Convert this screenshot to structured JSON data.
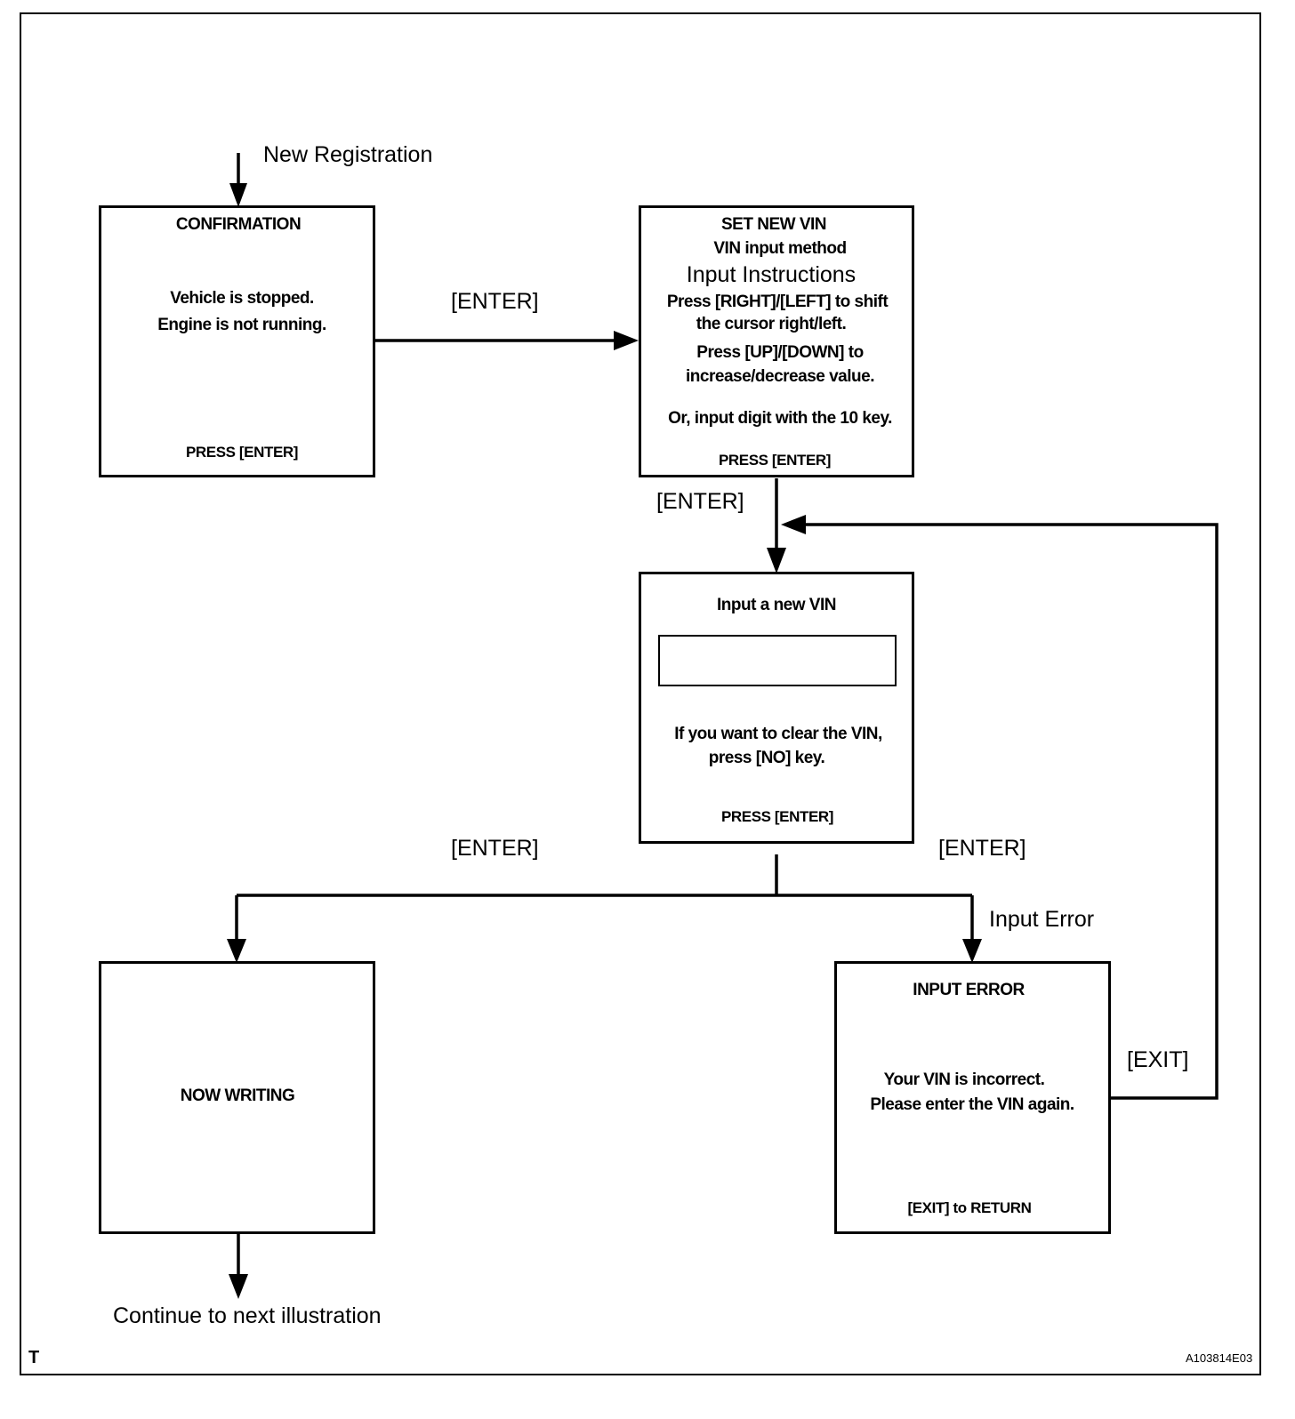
{
  "labels": {
    "new_registration": "New Registration",
    "enter_1": "[ENTER]",
    "enter_2": "[ENTER]",
    "enter_3": "[ENTER]",
    "enter_4": "[ENTER]",
    "input_error": "Input Error",
    "exit": "[EXIT]",
    "continue": "Continue to next illustration"
  },
  "confirmation": {
    "title": "CONFIRMATION",
    "line1": "Vehicle is stopped.",
    "line2": "Engine is not running.",
    "footer": "PRESS [ENTER]"
  },
  "set_new_vin": {
    "title": "SET NEW VIN",
    "subtitle": "VIN input method",
    "instructions_heading": "Input Instructions",
    "line1": "Press [RIGHT]/[LEFT] to shift",
    "line2": "the cursor right/left.",
    "line3": "Press [UP]/[DOWN]  to",
    "line4": "increase/decrease value.",
    "line5": "Or, input digit with the 10 key.",
    "footer": "PRESS [ENTER]"
  },
  "input_vin": {
    "title": "Input a new VIN",
    "line1": "If you want to clear the VIN,",
    "line2": "press [NO] key.",
    "footer": "PRESS [ENTER]"
  },
  "now_writing": {
    "title": "NOW WRITING"
  },
  "input_error_box": {
    "title": "INPUT  ERROR",
    "line1": "Your VIN is incorrect.",
    "line2": "Please enter the VIN again.",
    "footer": "[EXIT] to RETURN"
  },
  "footer": {
    "left_mark": "T",
    "figure_code": "A103814E03"
  }
}
